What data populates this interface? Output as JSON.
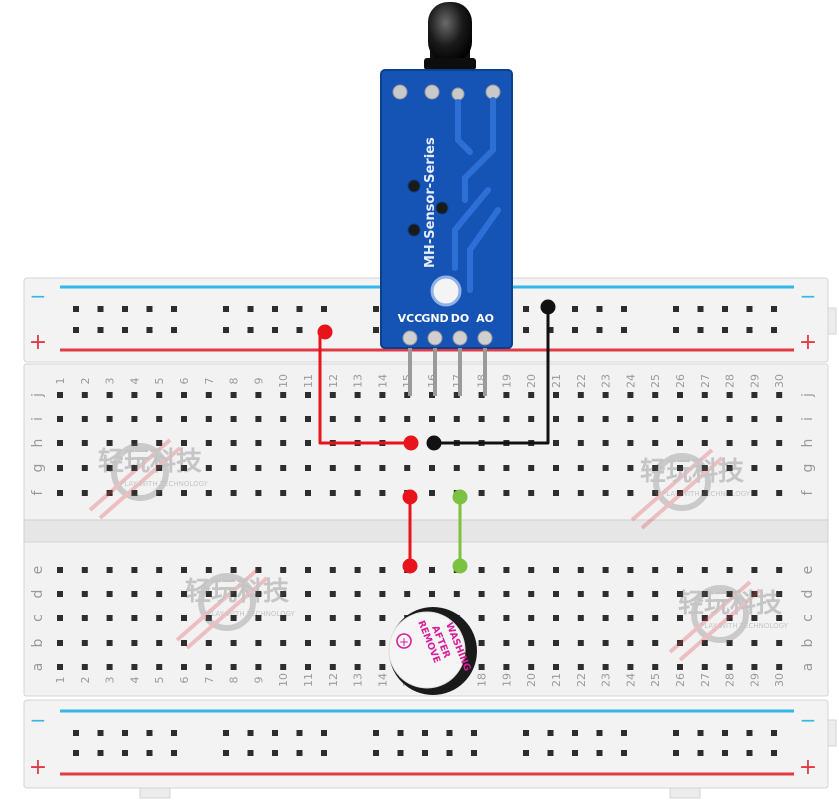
{
  "sensor": {
    "series_label": "MH-Sensor-Series",
    "pins": [
      "VCC",
      "GND",
      "DO",
      "AO"
    ]
  },
  "breadboard": {
    "rail_minus": "−",
    "rail_plus": "+",
    "columns": [
      "1",
      "2",
      "3",
      "4",
      "5",
      "6",
      "7",
      "8",
      "9",
      "10",
      "11",
      "12",
      "13",
      "14",
      "15",
      "16",
      "17",
      "18",
      "19",
      "20",
      "21",
      "22",
      "23",
      "24",
      "25",
      "26",
      "27",
      "28",
      "29",
      "30"
    ],
    "upper_rows": [
      "j",
      "i",
      "h",
      "g",
      "f"
    ],
    "lower_rows": [
      "e",
      "d",
      "c",
      "b",
      "a"
    ]
  },
  "buzzer": {
    "plus_mark": "+",
    "label_lines": [
      "REMOVE",
      "AFTER",
      "WASHING"
    ]
  },
  "watermark": {
    "title": "轻玩科技",
    "subtitle": "PLAY WITH TECHNOLOGY"
  },
  "wires": [
    {
      "name": "vcc-wire",
      "color": "#e8141b"
    },
    {
      "name": "gnd-wire",
      "color": "#111111"
    },
    {
      "name": "buzzer-plus-wire",
      "color": "#e8141b"
    },
    {
      "name": "signal-wire",
      "color": "#7cc242"
    }
  ],
  "colors": {
    "board": "#f4f4f4",
    "rail_blue": "#33b6e8",
    "rail_red": "#e23a45",
    "pcb": "#1553b5"
  }
}
